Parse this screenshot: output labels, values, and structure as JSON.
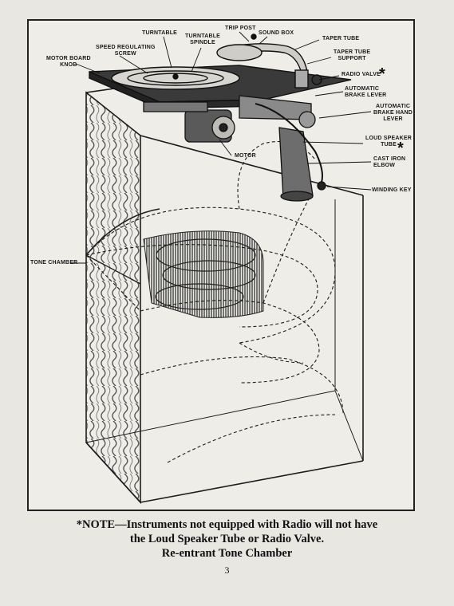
{
  "labels": {
    "turntable": "TURNTABLE",
    "turntable_spindle": "TURNTABLE\nSPINDLE",
    "trip_post": "TRIP POST",
    "sound_box": "SOUND BOX",
    "taper_tube": "TAPER TUBE",
    "taper_tube_support": "TAPER TUBE\nSUPPORT",
    "radio_valve": "RADIO VALVE",
    "automatic_brake_lever": "AUTOMATIC\nBRAKE LEVER",
    "automatic_brake_hand_lever": "AUTOMATIC\nBRAKE HAND\nLEVER",
    "loud_speaker_tube": "LOUD SPEAKER\nTUBE",
    "cast_iron_elbow": "CAST IRON\nELBOW",
    "winding_key": "WINDING KEY",
    "motor": "MOTOR",
    "speed_regulating_screw": "SPEED REGULATING\nSCREW",
    "motor_board_knob": "MOTOR BOARD\nKNOB",
    "tone_chamber": "TONE CHAMBER"
  },
  "asterisk": "*",
  "note": {
    "line1": "*NOTE—Instruments not equipped with Radio will not have",
    "line2": "the Loud Speaker Tube or Radio Valve.",
    "caption": "Re-entrant Tone Chamber",
    "page_number": "3"
  }
}
